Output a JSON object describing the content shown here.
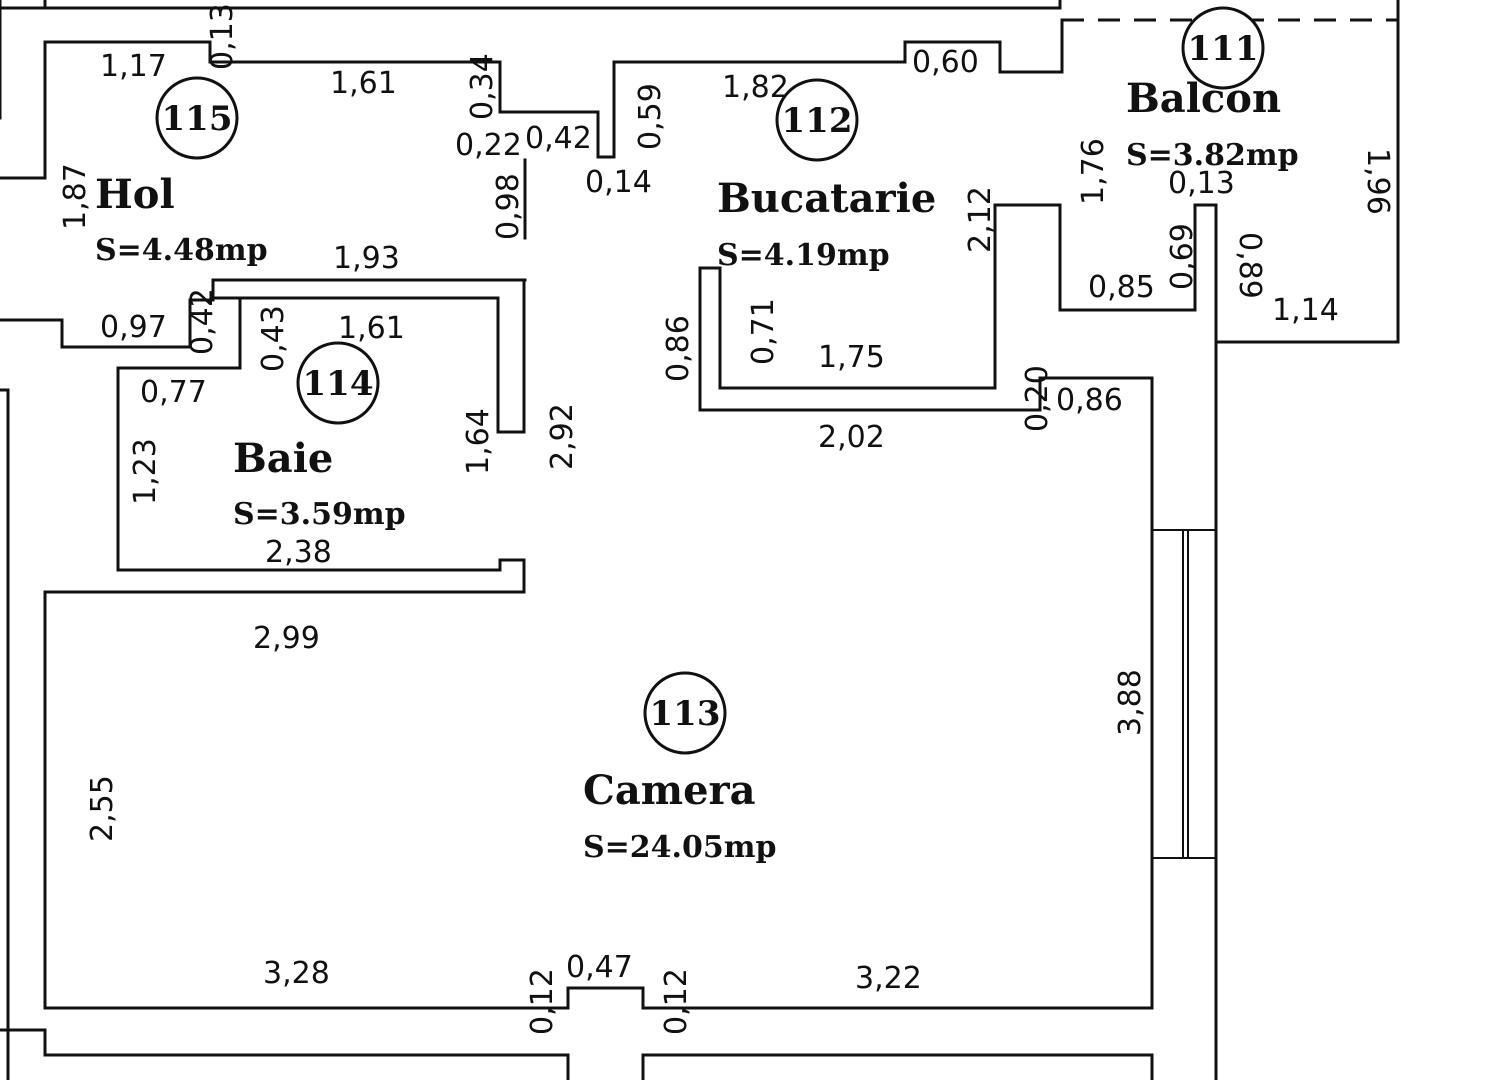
{
  "rooms": [
    {
      "id": "hol",
      "number": "115",
      "name": "Hol",
      "area": "S=4.48mp"
    },
    {
      "id": "baie",
      "number": "114",
      "name": "Baie",
      "area": "S=3.59mp"
    },
    {
      "id": "bucatarie",
      "number": "112",
      "name": "Bucatarie",
      "area": "S=4.19mp"
    },
    {
      "id": "balcon",
      "number": "111",
      "name": "Balcon",
      "area": "S=3.82mp"
    },
    {
      "id": "camera",
      "number": "113",
      "name": "Camera",
      "area": "S=24.05mp"
    }
  ],
  "dimensions": {
    "hol_top_left": "1,17",
    "hol_top_small": "0,13",
    "hol_top": "1,61",
    "hol_step_v": "0,34",
    "hol_step_h1": "0,22",
    "hol_step_h2": "0,42",
    "hol_step_v2": "0,59",
    "hol_right": "0,98",
    "hol_left": "1,87",
    "hol_bottom": "1,93",
    "hol_bottom_left": "0,97",
    "hol_notch": "0,42",
    "hall_step": "0,14",
    "kitchen_top": "1,82",
    "kitchen_top_right": "0,60",
    "kitchen_right": "2,12",
    "kitchen_left": "0,86",
    "kitchen_inner_left": "0,71",
    "kitchen_inner_bottom": "1,75",
    "kitchen_bottom": "2,02",
    "kitchen_corner": "0,20",
    "kitchen_corner_h": "0,86",
    "baie_notch": "0,43",
    "baie_top": "1,61",
    "baie_top_left": "0,77",
    "baie_left": "1,23",
    "baie_right": "1,64",
    "baie_bottom": "2,38",
    "baie_outer": "2,92",
    "balcon_left": "1,76",
    "balcon_inner_top": "0,13",
    "balcon_inner_v": "0,69",
    "balcon_inner_h": "0,85",
    "balcon_right_v": "0,89",
    "balcon_bottom": "1,14",
    "balcon_far_right": "1,96",
    "camera_top": "2,99",
    "camera_left": "2,55",
    "camera_right": "3,88",
    "camera_bottom_left": "3,28",
    "camera_door": "0,47",
    "camera_bottom_right": "3,22",
    "camera_jamb_left": "0,12",
    "camera_jamb_right": "0,12"
  }
}
